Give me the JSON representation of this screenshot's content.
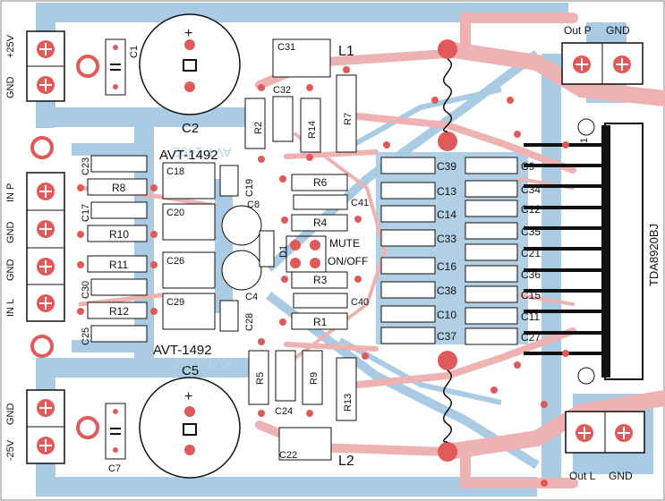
{
  "colors": {
    "board": "#ffffff",
    "bottom_copper": "#a9cbe3",
    "top_copper": "#eeb2b2",
    "pad": "#e05a5a",
    "silkscreen": "#111111"
  },
  "mirrored_text": [
    "AVT-1492",
    "AVT-1492"
  ],
  "module_labels": [
    "AVT-1492",
    "AVT-1492"
  ],
  "ic_label": "TDA8920BJ",
  "ic_pin1": "1",
  "terminals_left": [
    {
      "id": "supply-pos",
      "labels": [
        "+25V",
        "GND"
      ]
    },
    {
      "id": "input",
      "labels": [
        "IN P",
        "GND",
        "GND",
        "IN L"
      ]
    },
    {
      "id": "supply-neg",
      "labels": [
        "GND",
        "-25V"
      ]
    }
  ],
  "terminals_right": [
    {
      "id": "out-p",
      "labels": [
        "Out P",
        "GND"
      ]
    },
    {
      "id": "out-l",
      "labels": [
        "Out L",
        "GND"
      ]
    }
  ],
  "switch_labels": [
    "MUTE",
    "ON/OFF"
  ],
  "big_caps": [
    "C2",
    "C5"
  ],
  "inductors": [
    "L1",
    "L2"
  ],
  "caps_right_col1": [
    "C39",
    "C13",
    "C14",
    "C33",
    "C16",
    "C38",
    "C10",
    "C37"
  ],
  "caps_right_col2": [
    "C9",
    "C34",
    "C12",
    "C35",
    "C21",
    "C36",
    "C15",
    "C11",
    "C27"
  ],
  "left_parts": [
    "C23",
    "R8",
    "C17",
    "R10",
    "R11",
    "C30",
    "R12",
    "C25"
  ],
  "mid_parts": [
    "C18",
    "C20",
    "C26",
    "C29",
    "C19",
    "C28",
    "C8",
    "C4",
    "D1"
  ],
  "center_parts": [
    "C31",
    "C32",
    "R2",
    "R14",
    "R7",
    "R6",
    "C41",
    "R4",
    "R3",
    "C40",
    "R1"
  ],
  "bottom_parts": [
    "R5",
    "C24",
    "R9",
    "R13",
    "C22",
    "C7",
    "C1"
  ]
}
